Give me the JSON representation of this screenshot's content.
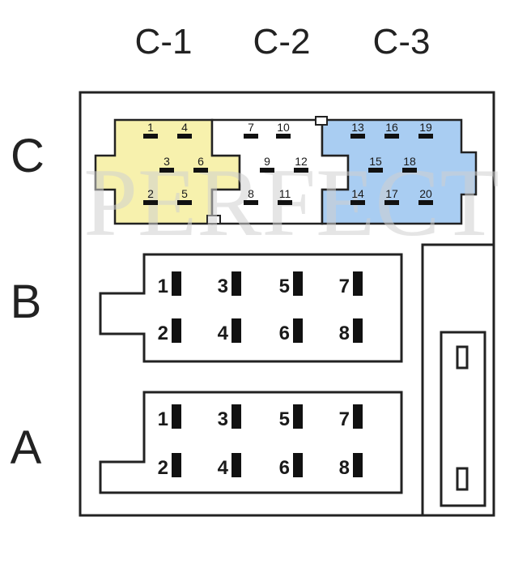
{
  "column_labels": {
    "c1": "C-1",
    "c2": "C-2",
    "c3": "C-3"
  },
  "row_labels": {
    "c": "C",
    "b": "B",
    "a": "A"
  },
  "watermark": "PERFECT",
  "colors": {
    "c1_fill": "#f7f1ad",
    "c2_fill": "#ffffff",
    "c3_fill": "#a9cdf2",
    "outline": "#222222",
    "pin": "#111111",
    "watermark": "#cfcfcf"
  },
  "connector_c": {
    "c1_pins": [
      "1",
      "4",
      "3",
      "6",
      "2",
      "5"
    ],
    "c2_pins": [
      "7",
      "10",
      "9",
      "12",
      "8",
      "11"
    ],
    "c3_pins": [
      "13",
      "16",
      "19",
      "15",
      "18",
      "14",
      "17",
      "20"
    ]
  },
  "connector_b": {
    "pins": [
      "1",
      "3",
      "5",
      "7",
      "2",
      "4",
      "6",
      "8"
    ]
  },
  "connector_a": {
    "pins": [
      "1",
      "3",
      "5",
      "7",
      "2",
      "4",
      "6",
      "8"
    ]
  }
}
